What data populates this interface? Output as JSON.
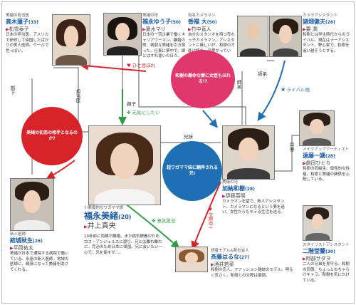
{
  "characters": {
    "takagi": {
      "role": "美緒の担当医",
      "name": "高木蓮子",
      "age": "(33)",
      "actor": "松雪泰子",
      "desc": "日本の担当医。アメリカで研修して帰国したばかりの美人医師。クールで色っぽい。"
    },
    "yuko": {
      "role": "美緒の母",
      "name": "福永ゆう子",
      "age": "(50)",
      "actor": "夏木マリ",
      "desc": "日本の一流企業で働くキャリアウーマン。離婚の際、病弱な美緒を引き取った。仕事に夢中で、娘とはすれ違いの日々。"
    },
    "kazuo": {
      "role": "有名カメラマン",
      "name": "香福 大",
      "age": "(50)",
      "actor": "竹中直人",
      "desc": "自分のスタジオを持つ売れっ子カメラマン。アシスタントに厳しいが、和樹の才能は認め、可愛がっている。"
    },
    "shoji": {
      "role": "カメラアシスタント",
      "name": "諸畑健夫",
      "age": "(26)",
      "actor": "要 潤",
      "desc": "和樹とは学生時代からのライバル。現在はナーアシスタント。野心家で、和樹を追い越そうとする。"
    },
    "endo": {
      "role": "メイクアップアーティスト",
      "name": "遠藤一護",
      "age": "(28)",
      "actor": "劇団ひとり",
      "desc": "和樹の同級生。個性的な性格。和樹と美緒の関係を心配している。"
    },
    "yuki": {
      "role": "新人医師",
      "name": "結城秋生",
      "age": "(26)",
      "actor": "平岡祐太",
      "desc": "美緒が日本で通院する病院で働いている、永遠の新人医師。地域の医師に、親身になって美緒を助けてくれる。"
    },
    "mio": {
      "role": "小悪魔的なワガママ娘",
      "name": "福永美緒",
      "age": "(20)",
      "actor": "井上真央",
      "desc": "10年前に両親が離婚。また病気療養のためロス・アンジェルスに渡り、兄とは離れ離れに。完治のため日本に帰国。兄に会いたい一心で、兄を探すが…。"
    },
    "kazuki": {
      "role": "美緒の兄",
      "name": "加納和樹",
      "age": "(28)",
      "actor": "伊藤英明",
      "desc": "カメラマン志望で、新人アシスタント。カメラマンになるという夢を追い、女性からもモテる生活を送る。"
    },
    "haruna": {
      "role": "読者モデル&新社会人",
      "name": "斉藤はるな",
      "age": "(27)",
      "actor": "酒井若菜",
      "desc": "和樹の恋人。ファッション雑誌のモデル。明るく気さく。和樹との交際は順調。"
    },
    "futami": {
      "role": "スタイリストアシスタント",
      "name": "二階堂蘭",
      "age": "(30)",
      "actor": "阿部サダヲ",
      "desc": "二人の兄弟を見守る、和樹の同僚。ちょっとおちゃらけキャラ。和樹を気にかけている。"
    }
  },
  "bubbles": {
    "pink": "和樹の懸命な妻に女医もほれる!?",
    "red": "美緒の初恋の相手となるのか?",
    "blue": "超ワガママ妹に翻弄される兄!"
  },
  "relations": {
    "hitomebore": "ひと目ぼれ",
    "oyako": "親子",
    "kyodai": "兄妹",
    "shitei": "師弟",
    "shitei2": "師弟",
    "rival": "ライバル視",
    "tantoi": "担当医",
    "buka": "部下",
    "genki": "元気にしたい",
    "ikitogo": "意気投合",
    "dohryo": "同僚",
    "kosai": "交際中?"
  },
  "colors": {
    "red": "#d8232a",
    "blue": "#1f6fb5",
    "green": "#2e9b45",
    "pink": "#e0386c"
  }
}
